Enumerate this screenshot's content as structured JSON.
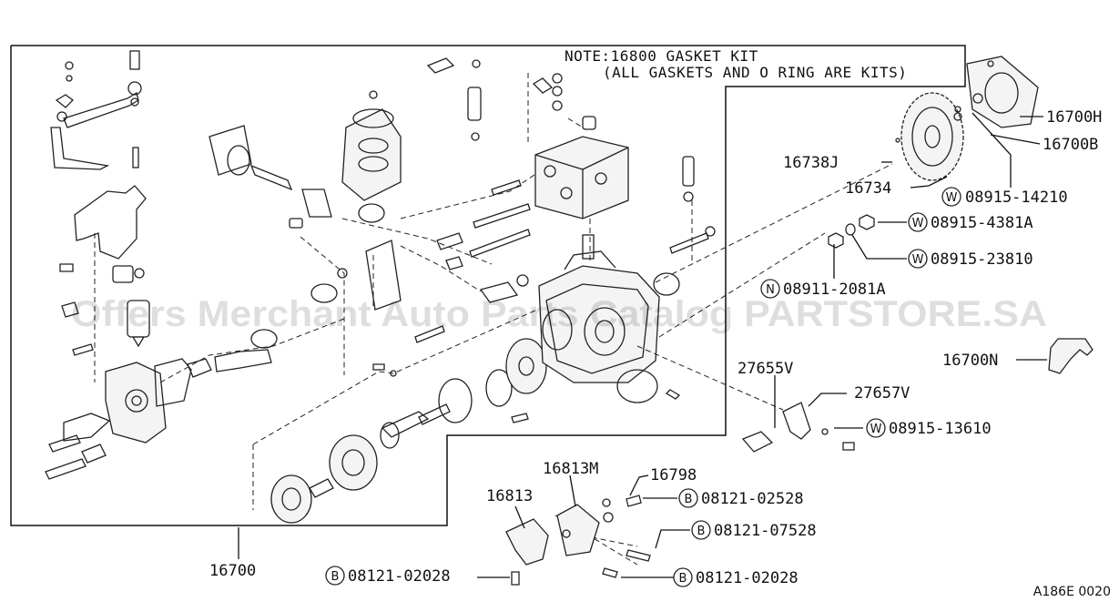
{
  "note": {
    "line1": "NOTE:16800 GASKET KIT",
    "line2": "(ALL GASKETS AND O RING ARE KITS)"
  },
  "watermark": "Offers Merchant Auto Parts Catalog PARTSTORE.SA",
  "diagram_code": "A186E 0020",
  "callouts": {
    "c16700": "16700",
    "c16700H": "16700H",
    "c16700B": "16700B",
    "c16738J": "16738J",
    "c16734": "16734",
    "c0891514210": "08915-14210",
    "c089154381A": "08915-4381A",
    "c0891523810": "08915-23810",
    "c089112081A": "08911-2081A",
    "c16700N": "16700N",
    "c27655V": "27655V",
    "c27657V": "27657V",
    "c0891513610": "08915-13610",
    "c16813M": "16813M",
    "c16798": "16798",
    "c16813": "16813",
    "c0812102528": "08121-02528",
    "c0812107528": "08121-07528",
    "c0812102028a": "08121-02028",
    "c0812102028b": "08121-02028"
  },
  "prefixes": {
    "w1": "W",
    "w2": "W",
    "w3": "W",
    "w4": "W",
    "n1": "N",
    "b1": "B",
    "b2": "B",
    "b3": "B",
    "b4": "B"
  }
}
